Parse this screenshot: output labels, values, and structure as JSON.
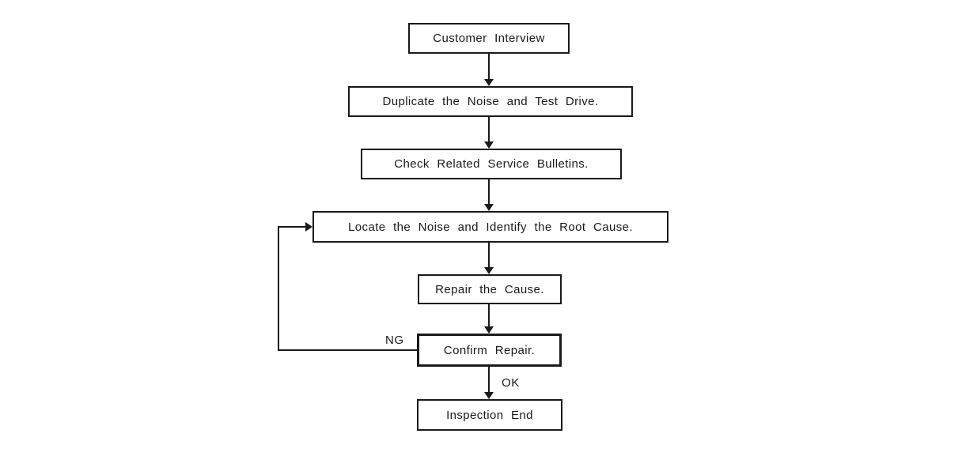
{
  "diagram": {
    "type": "flowchart",
    "nodes": [
      {
        "id": "customer-interview",
        "label": "Customer Interview"
      },
      {
        "id": "duplicate-noise-test-drive",
        "label": "Duplicate the Noise and Test Drive."
      },
      {
        "id": "check-service-bulletins",
        "label": "Check Related Service Bulletins."
      },
      {
        "id": "locate-noise-root-cause",
        "label": "Locate the Noise and Identify the Root Cause."
      },
      {
        "id": "repair-cause",
        "label": "Repair the Cause."
      },
      {
        "id": "confirm-repair",
        "label": "Confirm Repair."
      },
      {
        "id": "inspection-end",
        "label": "Inspection End"
      }
    ],
    "edges": [
      {
        "from": "customer-interview",
        "to": "duplicate-noise-test-drive",
        "label": ""
      },
      {
        "from": "duplicate-noise-test-drive",
        "to": "check-service-bulletins",
        "label": ""
      },
      {
        "from": "check-service-bulletins",
        "to": "locate-noise-root-cause",
        "label": ""
      },
      {
        "from": "locate-noise-root-cause",
        "to": "repair-cause",
        "label": ""
      },
      {
        "from": "repair-cause",
        "to": "confirm-repair",
        "label": ""
      },
      {
        "from": "confirm-repair",
        "to": "inspection-end",
        "label": "OK"
      },
      {
        "from": "confirm-repair",
        "to": "locate-noise-root-cause",
        "label": "NG"
      }
    ],
    "edge_labels": {
      "ng": "NG",
      "ok": "OK"
    },
    "colors": {
      "line": "#1a1a1a",
      "background": "#ffffff"
    }
  }
}
